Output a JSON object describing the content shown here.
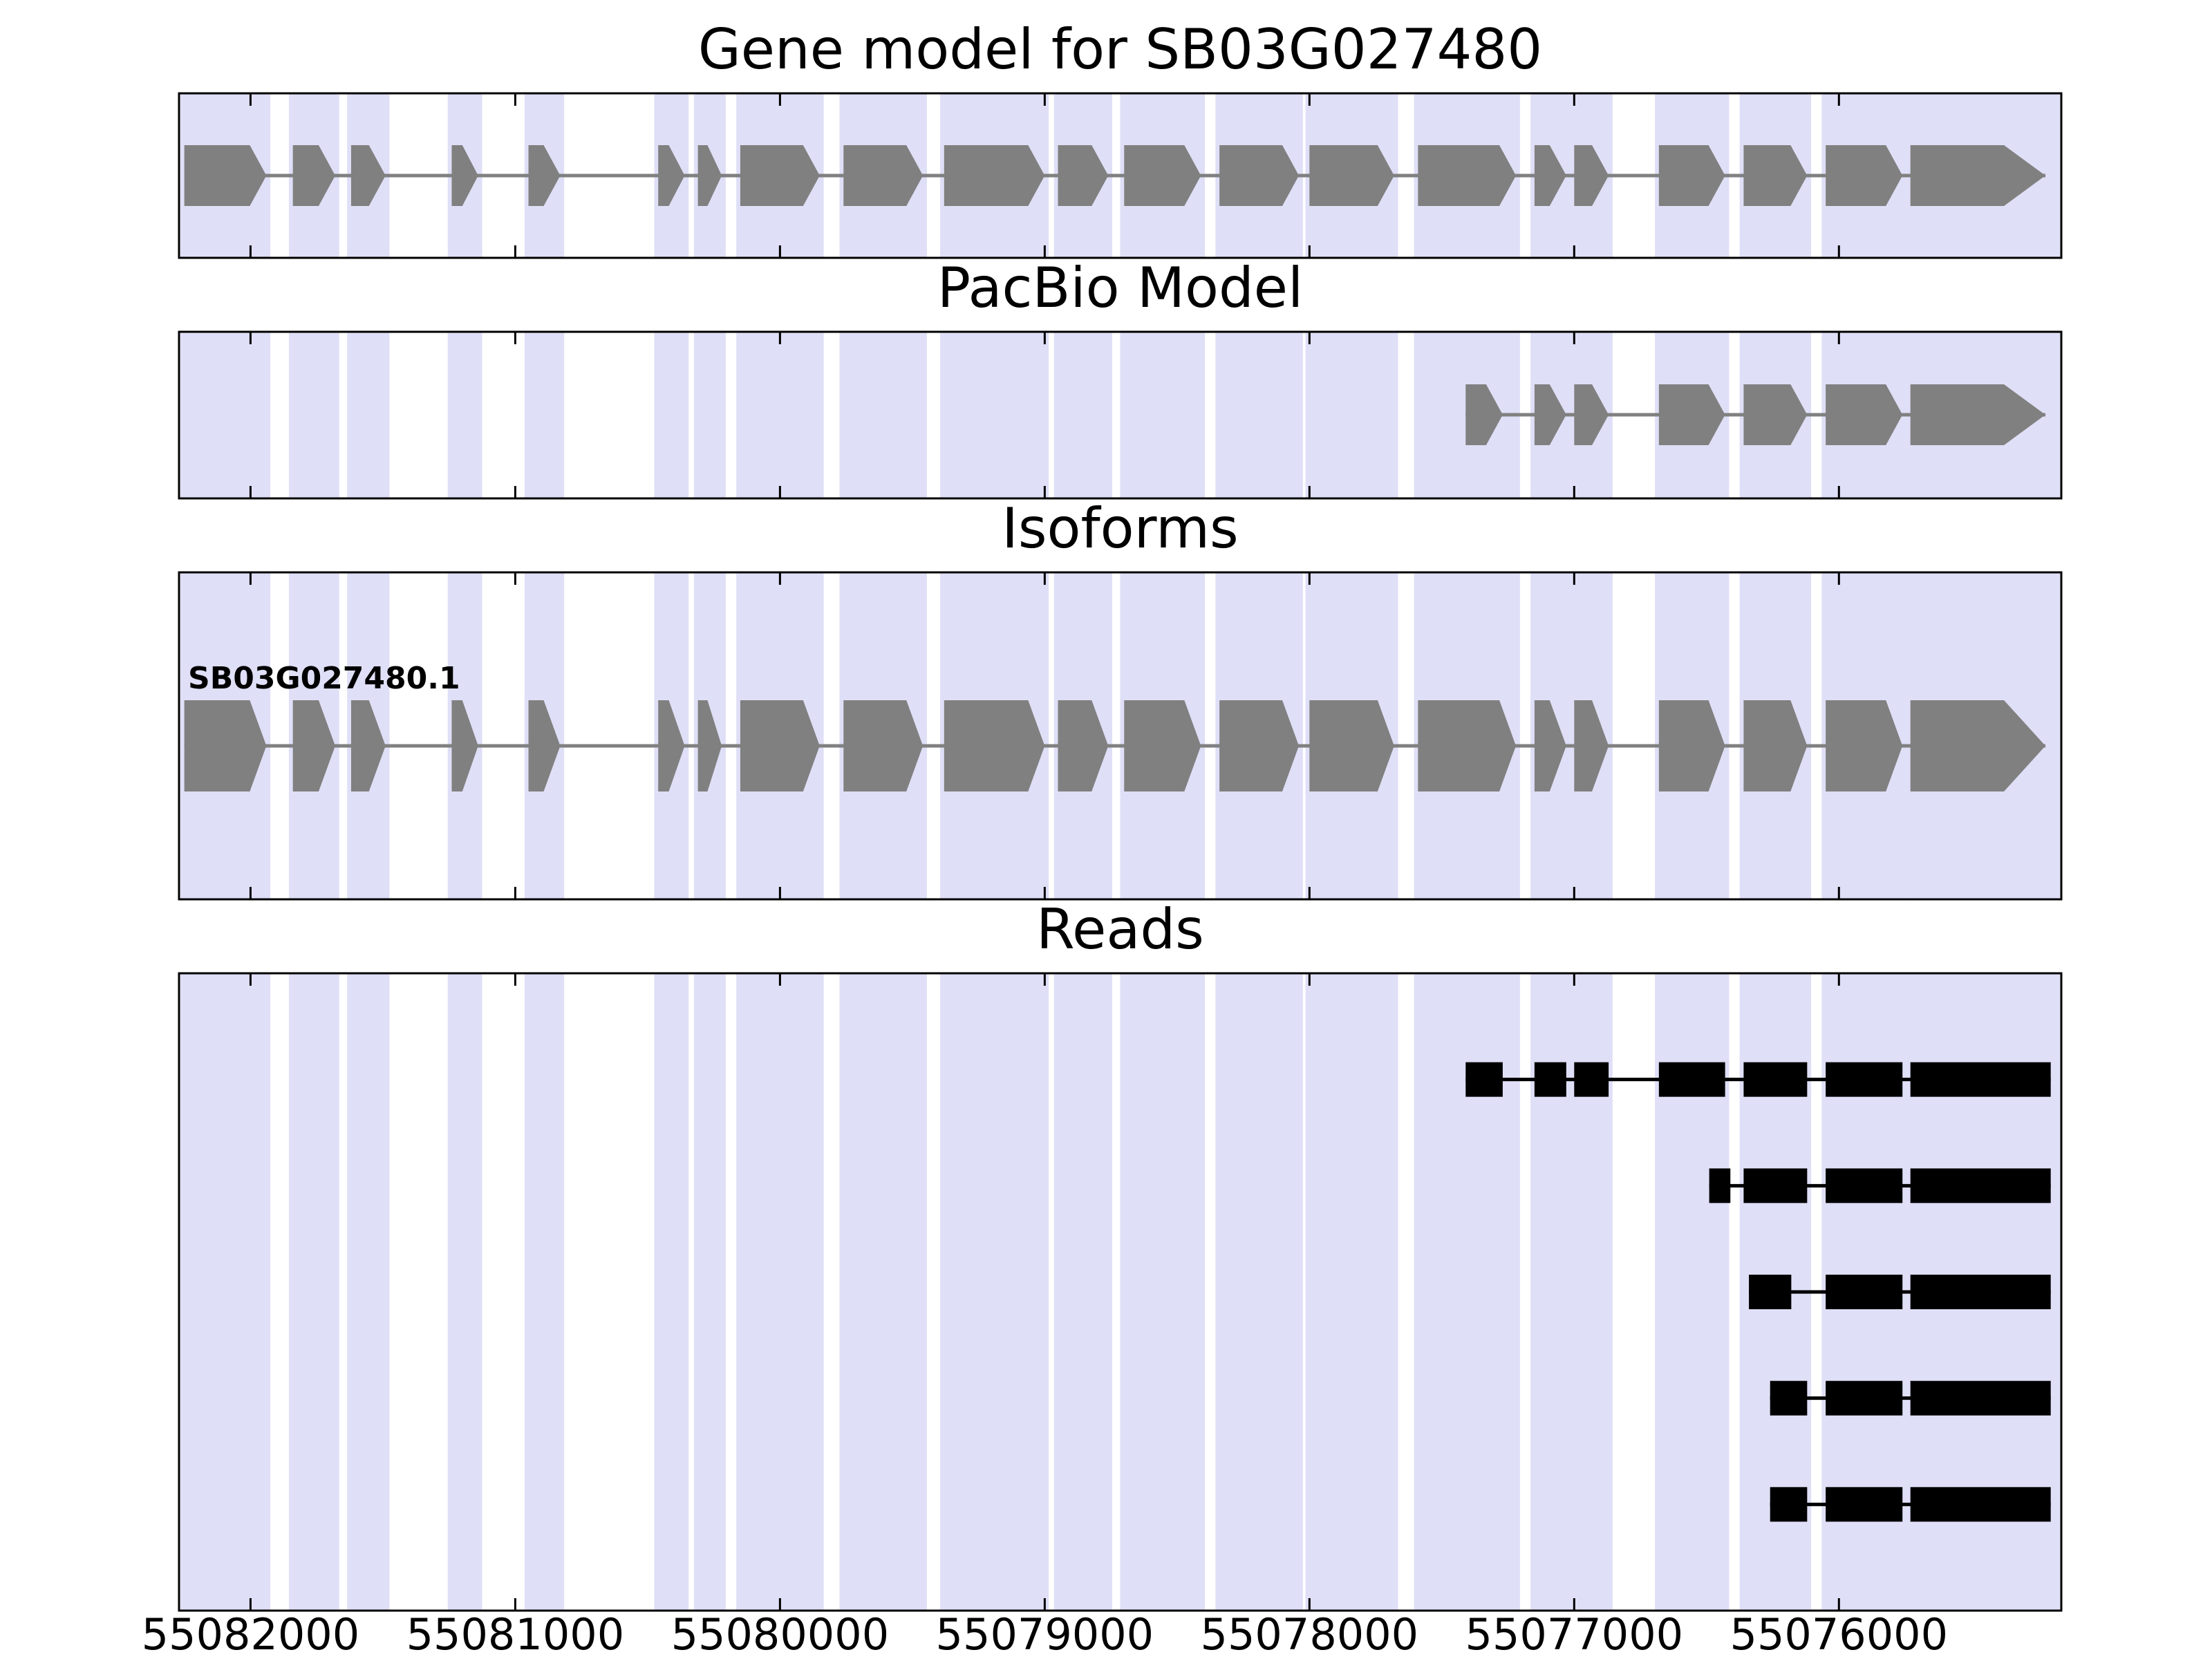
{
  "figure": {
    "background": "#ffffff"
  },
  "chart_data": {
    "type": "gene-model-tracks",
    "title": "Gene model for SB03G027480",
    "arrow_direction": "right",
    "x_axis": {
      "tick_values": [
        55082000,
        55081000,
        55080000,
        55079000,
        55078000,
        55077000,
        55076000
      ],
      "tick_labels": [
        "55082000",
        "55081000",
        "55080000",
        "55079000",
        "55078000",
        "55077000",
        "55076000"
      ],
      "range": [
        55082270,
        55075160
      ],
      "direction": "decreasing"
    },
    "colors": {
      "exon": "#808080",
      "connector": "#808080",
      "read": "#000000",
      "stripe": "#dfdff7",
      "border": "#000000"
    },
    "tracks": [
      {
        "id": "gene_model",
        "title": "Gene model for SB03G027480",
        "style": "arrow-exons",
        "features": [
          {
            "exons": [
              [
                55082250,
                55081940
              ],
              [
                55081840,
                55081680
              ],
              [
                55081620,
                55081490
              ],
              [
                55081240,
                55081140
              ],
              [
                55080950,
                55080830
              ],
              [
                55080460,
                55080360
              ],
              [
                55080310,
                55080220
              ],
              [
                55080150,
                55079850
              ],
              [
                55079760,
                55079460
              ],
              [
                55079380,
                55079000
              ],
              [
                55078950,
                55078760
              ],
              [
                55078700,
                55078410
              ],
              [
                55078340,
                55078040
              ],
              [
                55078000,
                55077680
              ],
              [
                55077590,
                55077220
              ],
              [
                55077150,
                55077030
              ],
              [
                55077000,
                55076870
              ],
              [
                55076680,
                55076430
              ],
              [
                55076360,
                55076120
              ],
              [
                55076050,
                55075760
              ],
              [
                55075730,
                55075220
              ]
            ]
          }
        ]
      },
      {
        "id": "pacbio",
        "title": "PacBio Model",
        "style": "arrow-exons",
        "features": [
          {
            "exons": [
              [
                55077410,
                55077270
              ],
              [
                55077150,
                55077030
              ],
              [
                55077000,
                55076870
              ],
              [
                55076680,
                55076430
              ],
              [
                55076360,
                55076120
              ],
              [
                55076050,
                55075760
              ],
              [
                55075730,
                55075220
              ]
            ]
          }
        ]
      },
      {
        "id": "isoforms",
        "title": "Isoforms",
        "style": "arrow-exons",
        "features": [
          {
            "label": "SB03G027480.1",
            "exons": [
              [
                55082250,
                55081940
              ],
              [
                55081840,
                55081680
              ],
              [
                55081620,
                55081490
              ],
              [
                55081240,
                55081140
              ],
              [
                55080950,
                55080830
              ],
              [
                55080460,
                55080360
              ],
              [
                55080310,
                55080220
              ],
              [
                55080150,
                55079850
              ],
              [
                55079760,
                55079460
              ],
              [
                55079380,
                55079000
              ],
              [
                55078950,
                55078760
              ],
              [
                55078700,
                55078410
              ],
              [
                55078340,
                55078040
              ],
              [
                55078000,
                55077680
              ],
              [
                55077590,
                55077220
              ],
              [
                55077150,
                55077030
              ],
              [
                55077000,
                55076870
              ],
              [
                55076680,
                55076430
              ],
              [
                55076360,
                55076120
              ],
              [
                55076050,
                55075760
              ],
              [
                55075730,
                55075220
              ]
            ]
          }
        ]
      },
      {
        "id": "reads",
        "title": "Reads",
        "style": "rect-exons",
        "features": [
          {
            "exons": [
              [
                55077410,
                55077270
              ],
              [
                55077150,
                55077030
              ],
              [
                55077000,
                55076870
              ],
              [
                55076680,
                55076430
              ],
              [
                55076360,
                55076120
              ],
              [
                55076050,
                55075760
              ],
              [
                55075730,
                55075200
              ]
            ]
          },
          {
            "exons": [
              [
                55076490,
                55076410
              ],
              [
                55076360,
                55076120
              ],
              [
                55076050,
                55075760
              ],
              [
                55075730,
                55075200
              ]
            ]
          },
          {
            "exons": [
              [
                55076340,
                55076180
              ],
              [
                55076050,
                55075760
              ],
              [
                55075730,
                55075200
              ]
            ]
          },
          {
            "exons": [
              [
                55076260,
                55076120
              ],
              [
                55076050,
                55075760
              ],
              [
                55075730,
                55075200
              ]
            ]
          },
          {
            "exons": [
              [
                55076260,
                55076120
              ],
              [
                55076050,
                55075760
              ],
              [
                55075730,
                55075200
              ]
            ]
          }
        ]
      }
    ]
  }
}
